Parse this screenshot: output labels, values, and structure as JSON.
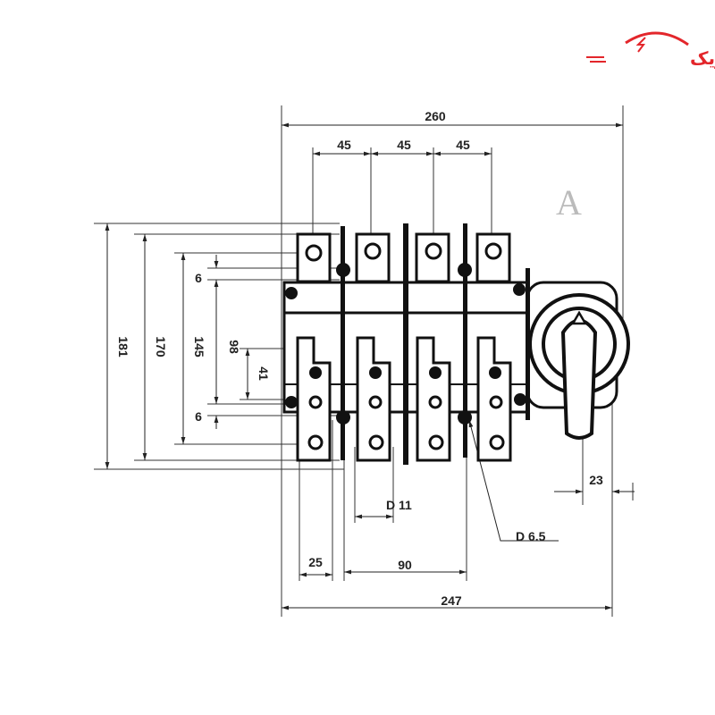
{
  "logo": {
    "text": "آتاالکتریک",
    "color": "#e3262b"
  },
  "watermark": {
    "letter": "A"
  },
  "dimensions": {
    "overall_width": "260",
    "pitch_1": "45",
    "pitch_2": "45",
    "pitch_3": "45",
    "overall_height": "181",
    "height_170": "170",
    "height_145": "145",
    "height_98": "98",
    "height_41": "41",
    "offset_top": "6",
    "offset_bottom": "6",
    "hole_large": "D 11",
    "hole_small": "D 6.5",
    "width_25": "25",
    "width_90": "90",
    "base_width": "247",
    "handle_offset": "23"
  }
}
